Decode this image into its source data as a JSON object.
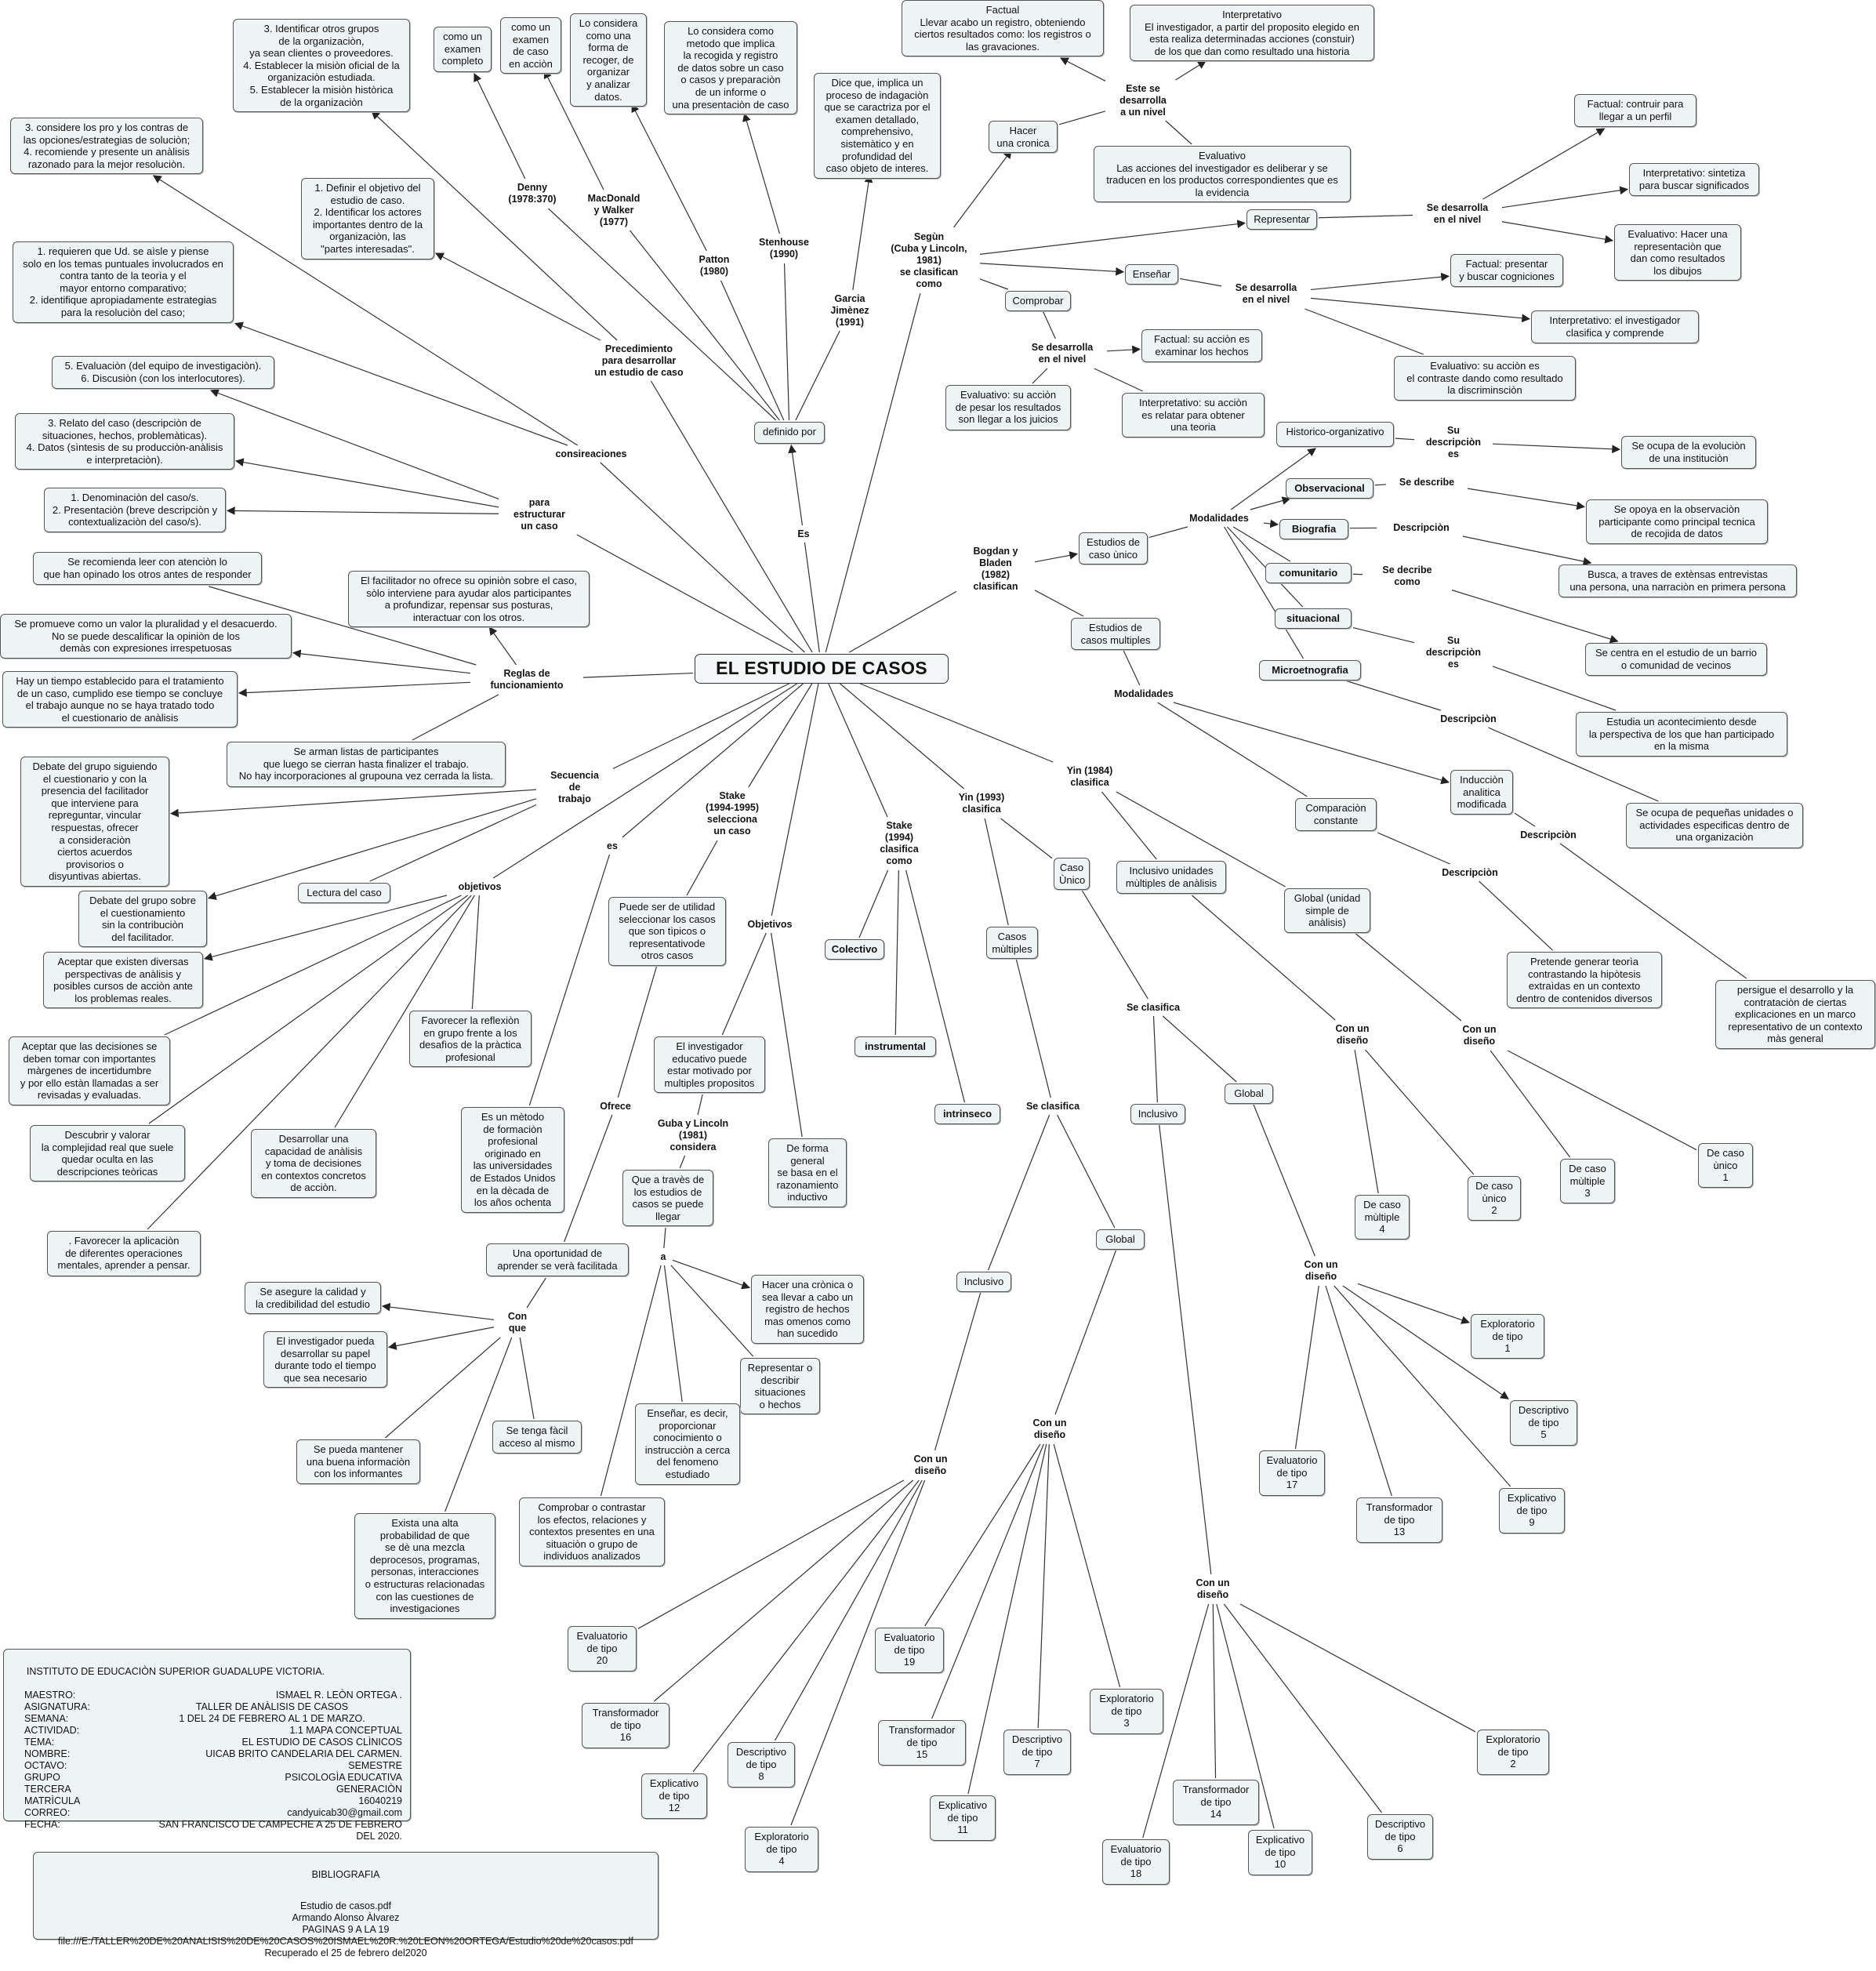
{
  "title": "EL ESTUDIO DE CASOS",
  "colors": {
    "node_fill": "#eef3f4",
    "node_border": "#555555",
    "edge": "#333333"
  },
  "nodes": [
    {
      "id": "central",
      "text": "EL ESTUDIO DE CASOS"
    },
    {
      "id": "es1",
      "text": "Es"
    },
    {
      "id": "definido",
      "text": "definido por"
    },
    {
      "id": "denny",
      "text": "Denny\n(1978:370)"
    },
    {
      "id": "macdonald",
      "text": "MacDonald\ny Walker\n(1977)"
    },
    {
      "id": "patton",
      "text": "Patton\n(1980)"
    },
    {
      "id": "stenhouse",
      "text": "Stenhouse\n(1990)"
    },
    {
      "id": "garcia",
      "text": "Garcia\nJimènez\n(1991)"
    },
    {
      "id": "d_denny",
      "text": "como un\nexamen\ncompleto"
    },
    {
      "id": "d_macd",
      "text": "como un\nexamen\nde caso\nen acciòn"
    },
    {
      "id": "d_patton",
      "text": "Lo considera\ncomo una\nforma de\nrecoger, de\norganizar\ny analizar\ndatos."
    },
    {
      "id": "d_stenh",
      "text": "Lo considera como\nmetodo que implica\nla recogida y registro\nde datos sobre un caso\no casos y preparaciòn\nde un informe o\nuna presentaciòn de caso"
    },
    {
      "id": "d_garcia",
      "text": "Dice que, implica un\nproceso de indagaciòn\nque se caractriza por el\nexamen detallado,\ncomprehensivo,\nsistemàtico y en\nprofundidad del\ncaso objeto de interes."
    },
    {
      "id": "segun",
      "text": "Segùn\n(Cuba y Lincoln,\n1981)\nse clasifican\ncomo"
    },
    {
      "id": "cronica",
      "text": "Hacer\nuna cronica"
    },
    {
      "id": "estese",
      "text": "Este se\ndesarrolla\na un nivel"
    },
    {
      "id": "factual_top",
      "text": "Factual\nLlevar acabo un registro, obteniendo\nciertos resultados como: los registros o\nlas gravaciones."
    },
    {
      "id": "interp_top",
      "text": "Interpretativo\nEl investigador, a partir del proposito elegido en\nesta realiza determinadas acciones (constuir)\nde los que dan como resultado una historia"
    },
    {
      "id": "eval_top",
      "text": "Evaluativo\nLas acciones del investigador es deliberar y se\ntraducen en los productos correspondientes que es\nla evidencia"
    },
    {
      "id": "representar",
      "text": "Representar"
    },
    {
      "id": "sedes1",
      "text": "Se desarrolla\nen el nivel"
    },
    {
      "id": "rep_fact",
      "text": "Factual: contruir para\nllegar a un perfil"
    },
    {
      "id": "rep_interp",
      "text": "Interpretativo: sintetiza\npara buscar significados"
    },
    {
      "id": "rep_eval",
      "text": "Evaluativo: Hacer una\nrepresentaciòn que\ndan como resultados\nlos dibujos"
    },
    {
      "id": "ensenar",
      "text": "Enseñar"
    },
    {
      "id": "sedes2",
      "text": "Se desarrolla\nen el nivel"
    },
    {
      "id": "ens_fact",
      "text": "Factual: presentar\ny buscar cogniciones"
    },
    {
      "id": "ens_interp",
      "text": "Interpretativo: el investigador\nclasifica y comprende"
    },
    {
      "id": "ens_eval",
      "text": "Evaluativo: su acciòn es\nel contraste dando como resultado\nla discriminsciòn"
    },
    {
      "id": "comprobar",
      "text": "Comprobar"
    },
    {
      "id": "sedes3",
      "text": "Se desarrolla\nen el nivel"
    },
    {
      "id": "com_fact",
      "text": "Factual: su acciòn es\nexaminar los hechos"
    },
    {
      "id": "com_eval",
      "text": "Evaluativo: su acciòn\nde pesar los resultados\nson llegar a los juicios"
    },
    {
      "id": "com_interp",
      "text": "Interpretativo: su acciòn\nes relatar para obtener\nuna teoria"
    },
    {
      "id": "proced",
      "text": "Precedimiento\npara desarrollar\nun estudio de caso"
    },
    {
      "id": "p1",
      "text": "3. Identificar otros grupos\nde la organizaciòn,\n ya sean clientes o proveedores.\n4. Establecer la misiòn oficial de la\norganizaciòn estudiada.\n5. Establecer la misiòn històrica\nde la organizaciòn"
    },
    {
      "id": "p2",
      "text": "1. Definir el objetivo del\nestudio de caso.\n2. Identificar los actores\nimportantes dentro de la\norganizaciòn, las\n\"partes interesadas\"."
    },
    {
      "id": "consid",
      "text": "consireaciones"
    },
    {
      "id": "c1",
      "text": "3. considere los pro y los contras de\nlas opciones/estrategias de soluciòn;\n4.  recomiende y presente un anàlisis\nrazonado para la mejor resoluciòn."
    },
    {
      "id": "c2",
      "text": "1. requieren que Ud. se aìsle y piense\nsolo en los temas puntuales involucrados en\ncontra tanto de la teorìa y el\nmayor entorno comparativo;\n2. identifique apropiadamente estrategias\npara la resoluciòn del caso;"
    },
    {
      "id": "estruct",
      "text": "para\nestructurar\nun caso"
    },
    {
      "id": "s1",
      "text": "5. Evaluaciòn (del equipo de investigaciòn).\n6. Discusiòn (con los interlocutores)."
    },
    {
      "id": "s2",
      "text": "3. Relato del caso (descripciòn de\nsituaciones, hechos, problemàticas).\n4. Datos (sìntesis de su producciòn-anàlisis\ne interpretaciòn)."
    },
    {
      "id": "s3",
      "text": "1. Denominaciòn del caso/s.\n2. Presentaciòn (breve descripciòn y\ncontextualizaciòn del caso/s)."
    },
    {
      "id": "reglas",
      "text": "Reglas de\nfuncionamiento"
    },
    {
      "id": "r1",
      "text": "Se recomienda leer con atenciòn lo\nque han opinado los otros antes de responder"
    },
    {
      "id": "r2",
      "text": "El facilitador no ofrece su opiniòn sobre el caso,\nsòlo interviene para ayudar alos participantes\na profundizar, repensar sus posturas,\ninteractuar con los otros."
    },
    {
      "id": "r3",
      "text": "Se promueve como un valor la pluralidad y el desacuerdo.\nNo se puede descalificar la opiniòn de los\ndemàs con expresiones irrespetuosas"
    },
    {
      "id": "r4",
      "text": "Hay un tiempo establecido para el tratamiento\nde un caso, cumplido ese tiempo se concluye\nel trabajo aunque no se haya tratado todo\nel cuestionario de anàlisis"
    },
    {
      "id": "r5",
      "text": "Se arman listas de participantes\nque luego se cierran hasta finalizer el trabajo.\nNo hay incorporaciones al grupouna vez cerrada la lista."
    },
    {
      "id": "secuencia",
      "text": "Secuencia\nde\ntrabajo"
    },
    {
      "id": "sq1",
      "text": "Debate del grupo siguiendo\nel cuestionario y con la\npresencia del facilitador\nque interviene para\nrepreguntar, vincular\nrespuestas, ofrecer\na consideraciòn\nciertos acuerdos\nprovisorios o\ndisyuntivas abiertas."
    },
    {
      "id": "sq2",
      "text": "Debate del grupo sobre\nel cuestionamiento\nsin la contribuciòn\ndel facilitador."
    },
    {
      "id": "sq3",
      "text": "Lectura del caso"
    },
    {
      "id": "objetivos",
      "text": "objetivos"
    },
    {
      "id": "o1",
      "text": "Aceptar que existen diversas\nperspectivas de anàlisis y\nposibles cursos de acciòn ante\nlos problemas reales."
    },
    {
      "id": "o2",
      "text": "Aceptar que las decisiones se\ndeben tomar con importantes\nmàrgenes de incertidumbre\ny por ello estàn llamadas a ser\nrevisadas y evaluadas."
    },
    {
      "id": "o3",
      "text": "Descubrir y valorar\nla complejidad real que suele\nquedar oculta en las\ndescripciones teòricas"
    },
    {
      "id": "o4",
      "text": "Desarrollar una\ncapacidad de anàlisis\ny toma de decisiones\nen contextos concretos\nde acciòn."
    },
    {
      "id": "o5",
      "text": "Favorecer la reflexiòn\nen grupo frente a los\ndesafìos de la pràctica\nprofesional"
    },
    {
      "id": "o6",
      "text": ". Favorecer la aplicaciòn\nde diferentes operaciones\nmentales, aprender a pensar."
    },
    {
      "id": "es2",
      "text": "es"
    },
    {
      "id": "es_def",
      "text": "Es un mètodo\nde formaciòn\nprofesional\noriginado en\nlas universidades\nde Estados Unidos\nen la dècada de\nlos años ochenta"
    },
    {
      "id": "stake95",
      "text": "Stake\n(1994-1995)\nselecciona\nun caso"
    },
    {
      "id": "utilidad",
      "text": "Puede ser de utilidad\nseleccionar los casos\nque son tìpicos o\nrepresentativode\notros casos"
    },
    {
      "id": "ofrece",
      "text": "Ofrece"
    },
    {
      "id": "oportunidad",
      "text": "Una oportunidad de\naprender se verà facilitada"
    },
    {
      "id": "conque",
      "text": "Con\nque"
    },
    {
      "id": "cq1",
      "text": "Se asegure la calidad y\nla credibilidad del estudio"
    },
    {
      "id": "cq2",
      "text": "El investigador pueda\ndesarrollar su papel\ndurante todo el tiempo\nque sea necesario"
    },
    {
      "id": "cq3",
      "text": "Se tenga fàcil\nacceso al mismo"
    },
    {
      "id": "cq4",
      "text": "Se pueda mantener\nuna buena informaciòn\ncon los informantes"
    },
    {
      "id": "cq5",
      "text": "Exista una alta\nprobabilidad de que\nse dè una mezcla\ndeprocesos, programas,\npersonas, interacciones\no estructuras relacionadas\ncon las cuestiones de\ninvestigaciones"
    },
    {
      "id": "objetivos2",
      "text": "Objetivos"
    },
    {
      "id": "investigador",
      "text": "El investigador\neducativo puede\nestar motivado por\nmultiples propositos"
    },
    {
      "id": "inductivo",
      "text": "De forma\ngeneral\nse basa en el\nrazonamiento\ninductivo"
    },
    {
      "id": "guba",
      "text": "Guba y Lincoln\n(1981)\nconsidera"
    },
    {
      "id": "traves",
      "text": "Que a travès de\nlos estudios de\ncasos se puede\nllegar"
    },
    {
      "id": "a_lbl",
      "text": "a"
    },
    {
      "id": "g1",
      "text": "Hacer una crònica o\nsea llevar a cabo un\nregistro de hechos\nmas omenos como\nhan sucedido"
    },
    {
      "id": "g2",
      "text": "Representar o\ndescribir\nsituaciones\no hechos"
    },
    {
      "id": "g3",
      "text": "Enseñar, es decir,\nproporcionar\nconocimiento o\ninstrucciòn a cerca\ndel fenomeno\nestudiado"
    },
    {
      "id": "g4",
      "text": "Comprobar o contrastar\nlos efectos, relaciones y\ncontextos presentes en una\nsituaciòn o grupo de\nindividuos analizados"
    },
    {
      "id": "stake94",
      "text": "Stake\n(1994)\nclasifica\ncomo"
    },
    {
      "id": "colectivo",
      "text": "Colectivo"
    },
    {
      "id": "instrumental",
      "text": "instrumental"
    },
    {
      "id": "intrinseco",
      "text": "intrinseco"
    },
    {
      "id": "bogdan",
      "text": "Bogdan y\nBladen\n(1982)\nclasifican"
    },
    {
      "id": "unico",
      "text": "Estudios de\ncaso ùnico"
    },
    {
      "id": "modal1",
      "text": "Modalidades"
    },
    {
      "id": "hist",
      "text": "Historico-organizativo"
    },
    {
      "id": "su1",
      "text": "Su\ndescripciòn\nes"
    },
    {
      "id": "hist_d",
      "text": "Se ocupa de la evoluciòn\nde una instituciòn"
    },
    {
      "id": "obs",
      "text": "Observacional"
    },
    {
      "id": "sedescribe",
      "text": "Se describe"
    },
    {
      "id": "obs_d",
      "text": "Se opoya en la observaciòn\nparticipante como principal tecnica\nde recojida de datos"
    },
    {
      "id": "bio",
      "text": "Biografia"
    },
    {
      "id": "descr1",
      "text": "Descripciòn"
    },
    {
      "id": "bio_d",
      "text": "Busca, a traves de extènsas entrevistas\nuna persona, una narraciòn en primera persona"
    },
    {
      "id": "comun",
      "text": "comunitario"
    },
    {
      "id": "sedescribecomo",
      "text": "Se decribe\ncomo"
    },
    {
      "id": "comun_d",
      "text": "Se centra en el estudio de un barrio\no comunidad de vecinos"
    },
    {
      "id": "situ",
      "text": "situacional"
    },
    {
      "id": "su2",
      "text": "Su\ndescripciòn\nes"
    },
    {
      "id": "situ_d",
      "text": "Estudia un acontecimiento desde\nla perspectiva de los que han participado\nen la misma"
    },
    {
      "id": "micro",
      "text": "Microetnografia"
    },
    {
      "id": "descr2",
      "text": "Descripciòn"
    },
    {
      "id": "micro_d",
      "text": "Se ocupa de pequeñas unidades o\nactividades especificas dentro de\nuna organizaciòn"
    },
    {
      "id": "multiples",
      "text": "Estudios de\ncasos multiples"
    },
    {
      "id": "modal2",
      "text": "Modalidades"
    },
    {
      "id": "induccion",
      "text": "Inducciòn\nanalitica\nmodificada"
    },
    {
      "id": "descr3",
      "text": "Descripciòn"
    },
    {
      "id": "induc_d",
      "text": "persigue el desarrollo y la\ncontrataciòn de ciertas\nexplicaciones en un marco\nrepresentativo de un contexto\nmàs general"
    },
    {
      "id": "comparacion",
      "text": "Comparaciòn\nconstante"
    },
    {
      "id": "descr4",
      "text": "Descripciòn"
    },
    {
      "id": "compar_d",
      "text": "Pretende generar teorìa\ncontrastando la hipòtesis\nextraìdas en un contexto\ndentro de contenidos diversos"
    },
    {
      "id": "yin84",
      "text": "Yin (1984)\nclasifica"
    },
    {
      "id": "inclusivo84",
      "text": "Inclusivo unidades\nmùltiples de anàlisis"
    },
    {
      "id": "global84",
      "text": "Global (unidad\nsimple de\nanàlisis)"
    },
    {
      "id": "cud1",
      "text": "Con un\ndiseño"
    },
    {
      "id": "cud2",
      "text": "Con un\ndiseño"
    },
    {
      "id": "t4",
      "text": "De caso\nmùltiple\n4"
    },
    {
      "id": "t2",
      "text": "De caso\nùnico\n2"
    },
    {
      "id": "t3",
      "text": "De caso\nmùltiple\n3"
    },
    {
      "id": "t1",
      "text": "De caso\nùnico\n1"
    },
    {
      "id": "yin93",
      "text": "Yin (1993)\nclasifica"
    },
    {
      "id": "casounico",
      "text": "Caso\nÙnico"
    },
    {
      "id": "casosmult",
      "text": "Casos\nmùltiples"
    },
    {
      "id": "seclas1",
      "text": "Se clasifica"
    },
    {
      "id": "seclas2",
      "text": "Se clasifica"
    },
    {
      "id": "inclusivoA",
      "text": "Inclusivo"
    },
    {
      "id": "globalA",
      "text": "Global"
    },
    {
      "id": "inclusivoB",
      "text": "Inclusivo"
    },
    {
      "id": "globalB",
      "text": "Global"
    },
    {
      "id": "cudA",
      "text": "Con un\ndiseño"
    },
    {
      "id": "cudB",
      "text": "Con un\ndiseño"
    },
    {
      "id": "cudC",
      "text": "Con un\ndiseño"
    },
    {
      "id": "cudD",
      "text": "Con un\ndiseño"
    },
    {
      "id": "e1",
      "text": "Exploratorio\nde tipo\n1"
    },
    {
      "id": "e5",
      "text": "Descriptivo\nde tipo\n5"
    },
    {
      "id": "e9",
      "text": "Explicativo\nde tipo\n9"
    },
    {
      "id": "e13",
      "text": "Transformador\nde tipo\n13"
    },
    {
      "id": "e17",
      "text": "Evaluatorio\nde tipo\n17"
    },
    {
      "id": "e2",
      "text": "Exploratorio\nde tipo\n2"
    },
    {
      "id": "e6",
      "text": "Descriptivo\nde tipo\n6"
    },
    {
      "id": "e10",
      "text": "Explicativo\nde tipo\n10"
    },
    {
      "id": "e14",
      "text": "Transformador\nde tipo\n14"
    },
    {
      "id": "e18",
      "text": "Evaluatorio\nde tipo\n18"
    },
    {
      "id": "e3",
      "text": "Exploratorio\nde tipo\n3"
    },
    {
      "id": "e7",
      "text": "Descriptivo\nde tipo\n7"
    },
    {
      "id": "e11",
      "text": "Explicativo\nde tipo\n11"
    },
    {
      "id": "e15",
      "text": "Transformador\nde tipo\n15"
    },
    {
      "id": "e19",
      "text": "Evaluatorio\nde tipo\n19"
    },
    {
      "id": "e4",
      "text": "Exploratorio\nde tipo\n4"
    },
    {
      "id": "e8",
      "text": "Descriptivo\nde tipo\n8"
    },
    {
      "id": "e12",
      "text": "Explicativo\nde tipo\n12"
    },
    {
      "id": "e16",
      "text": "Transformador\nde tipo\n16"
    },
    {
      "id": "e20",
      "text": "Evaluatorio\nde tipo\n20"
    }
  ],
  "info_box": {
    "line0": "INSTITUTO DE EDUCACIÒN SUPERIOR GUADALUPE VICTORIA.",
    "rows": [
      [
        "MAESTRO:",
        "ISMAEL R. LEÒN ORTEGA ."
      ],
      [
        "ASIGNATURA:",
        "TALLER DE ANÀLISIS DE CASOS"
      ],
      [
        "SEMANA:",
        "1  DEL 24 DE FEBRERO AL 1 DE MARZO."
      ],
      [
        "ACTIVIDAD:",
        "1.1  MAPA CONCEPTUAL"
      ],
      [
        "TEMA:",
        "EL ESTUDIO DE CASOS CLÌNICOS"
      ],
      [
        "NOMBRE:",
        "UICAB BRITO CANDELARIA DEL CARMEN."
      ],
      [
        "OCTAVO:",
        "SEMESTRE"
      ],
      [
        "GRUPO",
        "PSICOLOGÌA EDUCATIVA"
      ],
      [
        "TERCERA",
        "GENERACIÒN"
      ],
      [
        "MATRÌCULA",
        "16040219"
      ],
      [
        "CORREO:",
        "candyuicab30@gmail.com"
      ],
      [
        "FECHA:",
        "SAN FRANCISCO DE CAMPECHE A 25 DE FEBRERO DEL 2020."
      ]
    ]
  },
  "bibliography": {
    "heading": "BIBLIOGRAFIA",
    "lines": [
      "Estudio de casos.pdf",
      "Armando Alonso Àlvarez",
      "PAGINAS 9 A LA 19",
      "file:///E:/TALLER%20DE%20ANALISIS%20DE%20CASOS%20ISMAEL%20R.%20LEON%20ORTEGA/Estudio%20de%20casos.pdf",
      "Recuperado el 25 de febrero del2020"
    ]
  }
}
